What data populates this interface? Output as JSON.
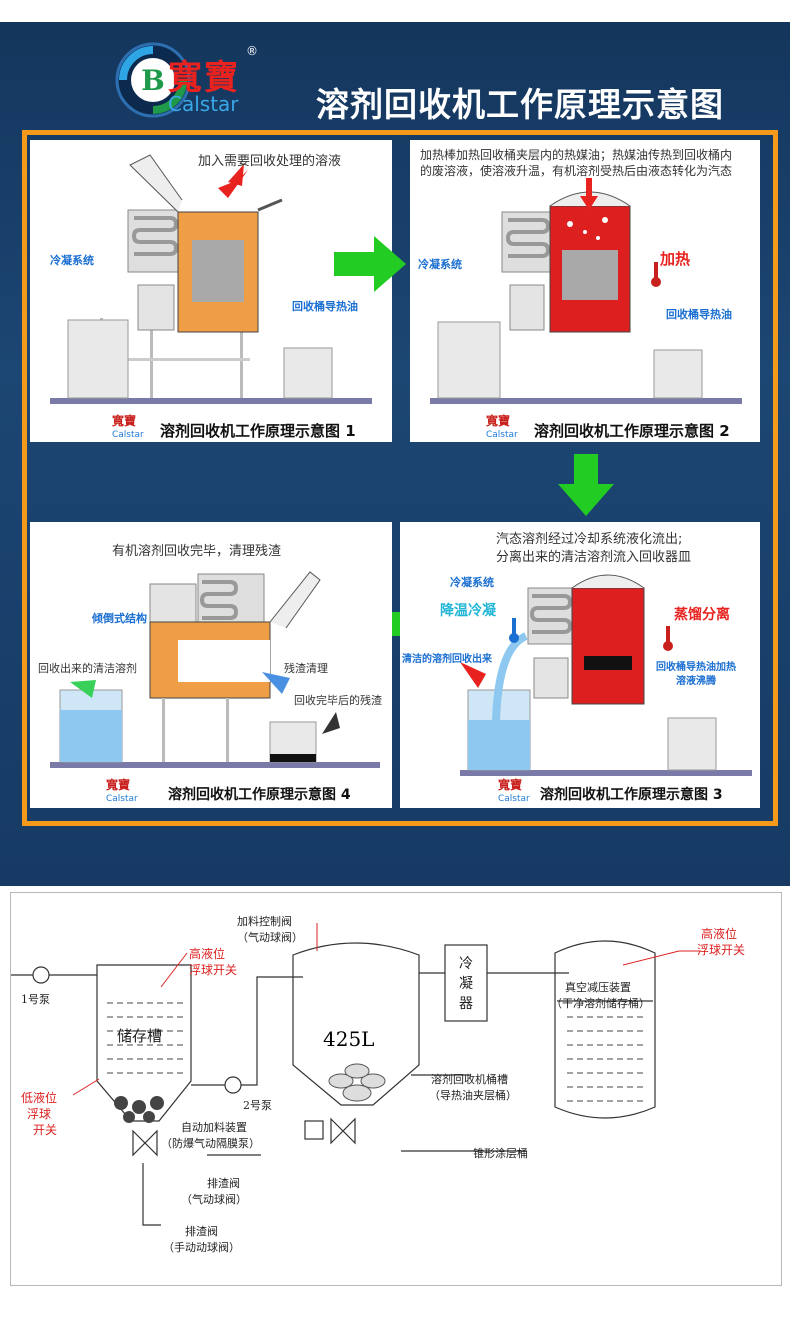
{
  "header": {
    "brand_cn": "寬寶",
    "brand_en": "Calstar",
    "reg_mark": "®",
    "title": "溶剂回收机工作原理示意图"
  },
  "panels": [
    {
      "caption": "溶剂回收机工作原理示意图 1",
      "note": "加入需要回收处理的溶液",
      "label_condenser": "冷凝系统",
      "label_oil": "回收桶导热油"
    },
    {
      "caption": "溶剂回收机工作原理示意图 2",
      "note_line1": "加热棒加热回收桶夹层内的热媒油；热媒油传热到回收桶内",
      "note_line2": "的废溶液，使溶液升温，有机溶剂受热后由液态转化为汽态",
      "label_condenser": "冷凝系统",
      "label_heat": "加热",
      "label_oil": "回收桶导热油"
    },
    {
      "caption": "溶剂回收机工作原理示意图 3",
      "note_line1": "汽态溶剂经过冷却系统液化流出;",
      "note_line2": "分离出来的清洁溶剂流入回收器皿",
      "label_condenser": "冷凝系统",
      "label_cool": "降温冷凝",
      "label_distill": "蒸馏分离",
      "label_outflow": "清洁的溶剂回收出来",
      "label_oil_line1": "回收桶导热油加热",
      "label_oil_line2": "溶液沸腾"
    },
    {
      "caption": "溶剂回收机工作原理示意图 4",
      "note": "有机溶剂回收完毕，清理残渣",
      "label_tilt": "倾倒式结构",
      "label_clean": "回收出来的清洁溶剂",
      "label_slag": "残渣清理",
      "label_residue": "回收完毕后的残渣"
    }
  ],
  "schematic": {
    "pump1": "1号泵",
    "pump2": "2号泵",
    "storage": "储存槽",
    "high_float_line1": "高液位",
    "high_float_line2": "浮球开关",
    "low_float_line1": "低液位",
    "low_float_line2": "浮球",
    "low_float_line3": "开关",
    "feed_valve_line1": "加料控制阀",
    "feed_valve_line2": "（气动球阀）",
    "auto_feed_line1": "自动加料装置",
    "auto_feed_line2": "（防爆气动隔膜泵）",
    "drain_air_line1": "排渣阀",
    "drain_air_line2": "（气动球阀）",
    "drain_manual_line1": "排渣阀",
    "drain_manual_line2": "（手动动球阀）",
    "volume": "425L",
    "tank_line1": "溶剂回收机桶槽",
    "tank_line2": "（导热油夹层桶）",
    "cone": "锥形涂层桶",
    "condenser_1": "冷",
    "condenser_2": "凝",
    "condenser_3": "器",
    "vacuum_line1": "真空减压装置",
    "vacuum_line2": "（干净溶剂储存桶）",
    "high_float_r_line1": "高液位",
    "high_float_r_line2": "浮球开关"
  }
}
